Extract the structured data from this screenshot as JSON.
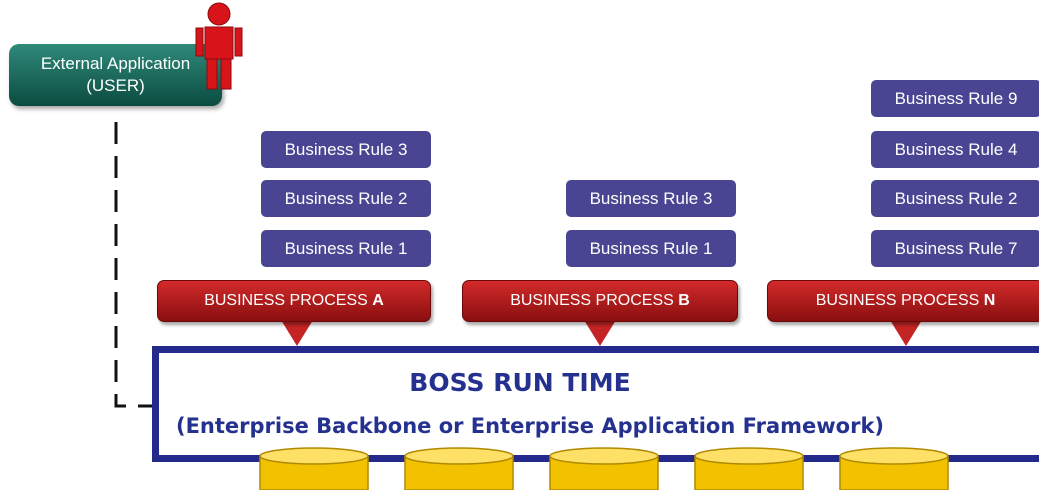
{
  "external_app": {
    "line1": "External Application",
    "line2": "(USER)"
  },
  "rules_col_a": [
    "Business Rule 3",
    "Business Rule 2",
    "Business Rule 1"
  ],
  "rules_col_b": [
    "Business Rule 3",
    "Business Rule 1"
  ],
  "rules_col_n": [
    "Business Rule 9",
    "Business Rule 4",
    "Business Rule 2",
    "Business Rule 7"
  ],
  "processes": [
    {
      "prefix": "BUSINESS PROCESS ",
      "letter": "A"
    },
    {
      "prefix": "BUSINESS PROCESS ",
      "letter": "B"
    },
    {
      "prefix": "BUSINESS PROCESS ",
      "letter": "N"
    }
  ],
  "runtime": {
    "title": "BOSS RUN TIME",
    "subtitle": "(Enterprise Backbone or Enterprise Application Framework)"
  },
  "colors": {
    "rule": "#4a4592",
    "process": "#c42424",
    "frame": "#232a8c",
    "external_app": "#0f5a4c",
    "database": "#f2c200",
    "user": "#d8141b"
  }
}
